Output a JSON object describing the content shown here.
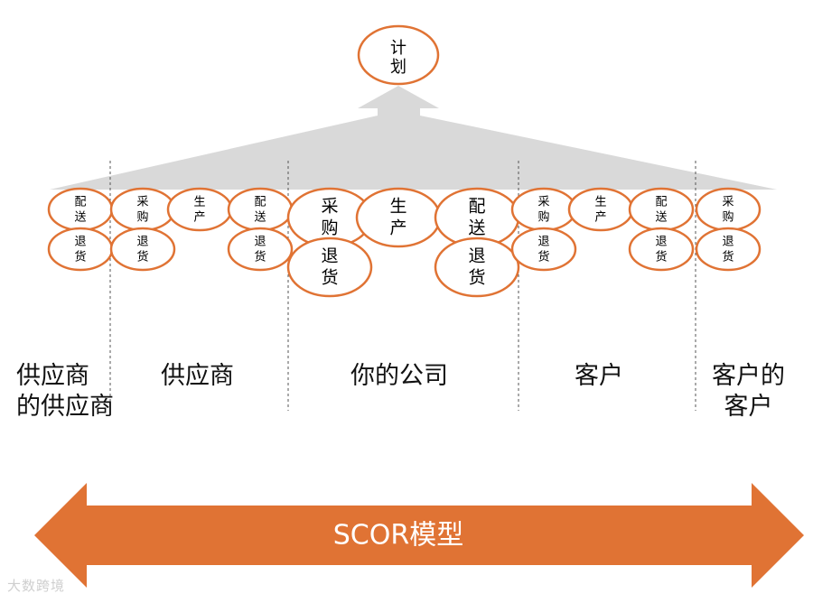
{
  "plan": [
    "计",
    "划"
  ],
  "processes": {
    "deliver": [
      "配",
      "送"
    ],
    "source": [
      "采",
      "购"
    ],
    "make": [
      "生",
      "产"
    ],
    "return": [
      "退",
      "货"
    ]
  },
  "zones": {
    "supplier_of_supplier": [
      "供应商",
      "的供应商"
    ],
    "supplier": "供应商",
    "your_company": "你的公司",
    "customer": "客户",
    "customer_of_customer": [
      "客户的",
      "客户"
    ]
  },
  "banner": "SCOR模型",
  "watermark": "大数跨境",
  "colors": {
    "accent": "#e07334",
    "banner": "#e07334",
    "arrow_gray": "#d9d9d9",
    "divider": "#555555"
  }
}
